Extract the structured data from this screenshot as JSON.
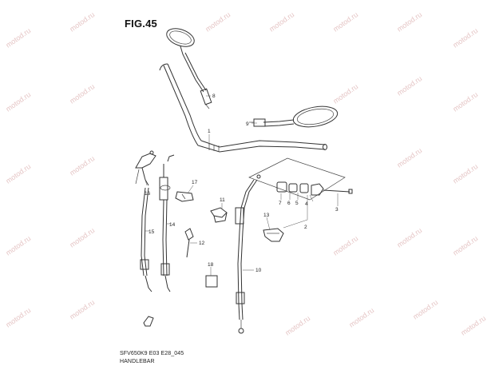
{
  "figure": {
    "title": "FIG.45",
    "code": "SFV650K9 E03 E28_045",
    "name": "HANDLEBAR"
  },
  "watermark": "motod.ru",
  "callouts": [
    "1",
    "2",
    "3",
    "4",
    "5",
    "6",
    "7",
    "8",
    "9",
    "10",
    "11",
    "12",
    "13",
    "14",
    "15",
    "16",
    "17",
    "18"
  ],
  "colors": {
    "line": "#333333",
    "watermark": "#e5c5c5"
  }
}
